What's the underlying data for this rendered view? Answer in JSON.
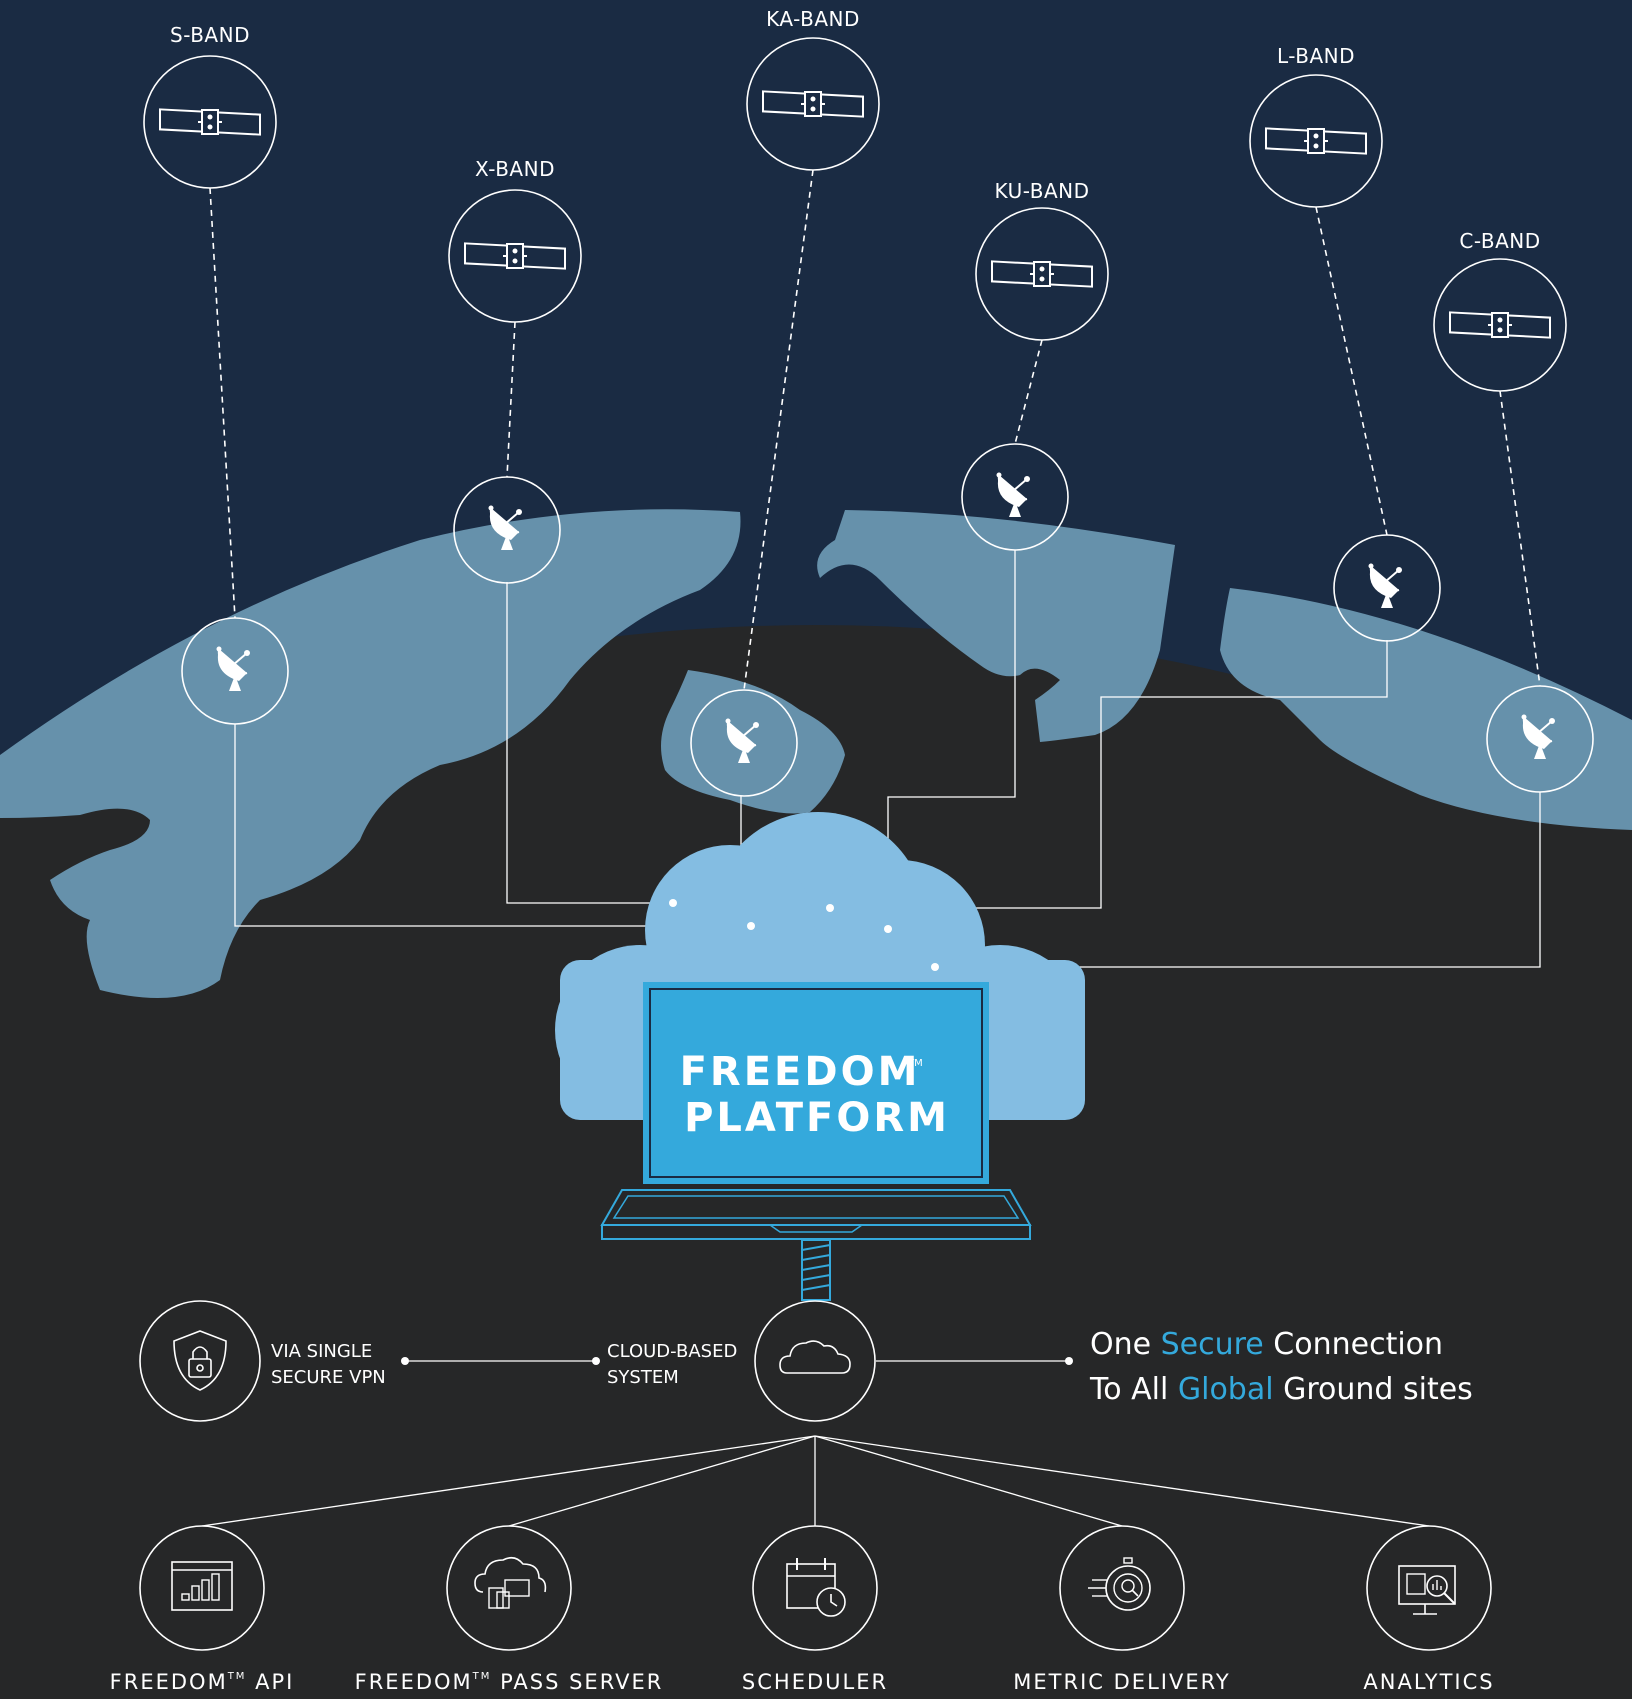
{
  "colors": {
    "sky": "#1a2b43",
    "earth_dark": "#262728",
    "land": "#6691ab",
    "cloud": "#84bde2",
    "screen": "#34a9dc",
    "accent": "#34a9dc",
    "line": "#ffffff"
  },
  "satellites": [
    {
      "label": "S-BAND",
      "icon": "satellite-icon"
    },
    {
      "label": "X-BAND",
      "icon": "satellite-icon"
    },
    {
      "label": "KA-BAND",
      "icon": "satellite-icon"
    },
    {
      "label": "KU-BAND",
      "icon": "satellite-icon"
    },
    {
      "label": "L-BAND",
      "icon": "satellite-icon"
    },
    {
      "label": "C-BAND",
      "icon": "satellite-icon"
    }
  ],
  "ground_station_icon": "satellite-dish-icon",
  "platform": {
    "line1": "FREEDOM",
    "tm": "TM",
    "line2": "PLATFORM"
  },
  "vpn": {
    "icon": "shield-lock-icon",
    "line1": "VIA SINGLE",
    "line2": "SECURE VPN"
  },
  "cloud_system": {
    "icon": "cloud-icon",
    "line1": "CLOUD-BASED",
    "line2": "SYSTEM"
  },
  "tagline": {
    "line1_a": "One ",
    "line1_accent": "Secure",
    "line1_b": " Connection",
    "line2_a": "To All ",
    "line2_accent": "Global",
    "line2_b": " Ground sites"
  },
  "features": [
    {
      "label": "FREEDOM",
      "tm": "TM",
      "label_after": " API",
      "icon": "bar-chart-window-icon"
    },
    {
      "label": "FREEDOM",
      "tm": "TM",
      "label_after": " PASS SERVER",
      "icon": "cloud-devices-icon"
    },
    {
      "label": "SCHEDULER",
      "tm": "",
      "label_after": "",
      "icon": "calendar-clock-icon"
    },
    {
      "label": "METRIC DELIVERY",
      "tm": "",
      "label_after": "",
      "icon": "speed-search-icon"
    },
    {
      "label": "ANALYTICS",
      "tm": "",
      "label_after": "",
      "icon": "monitor-analytics-icon"
    }
  ]
}
